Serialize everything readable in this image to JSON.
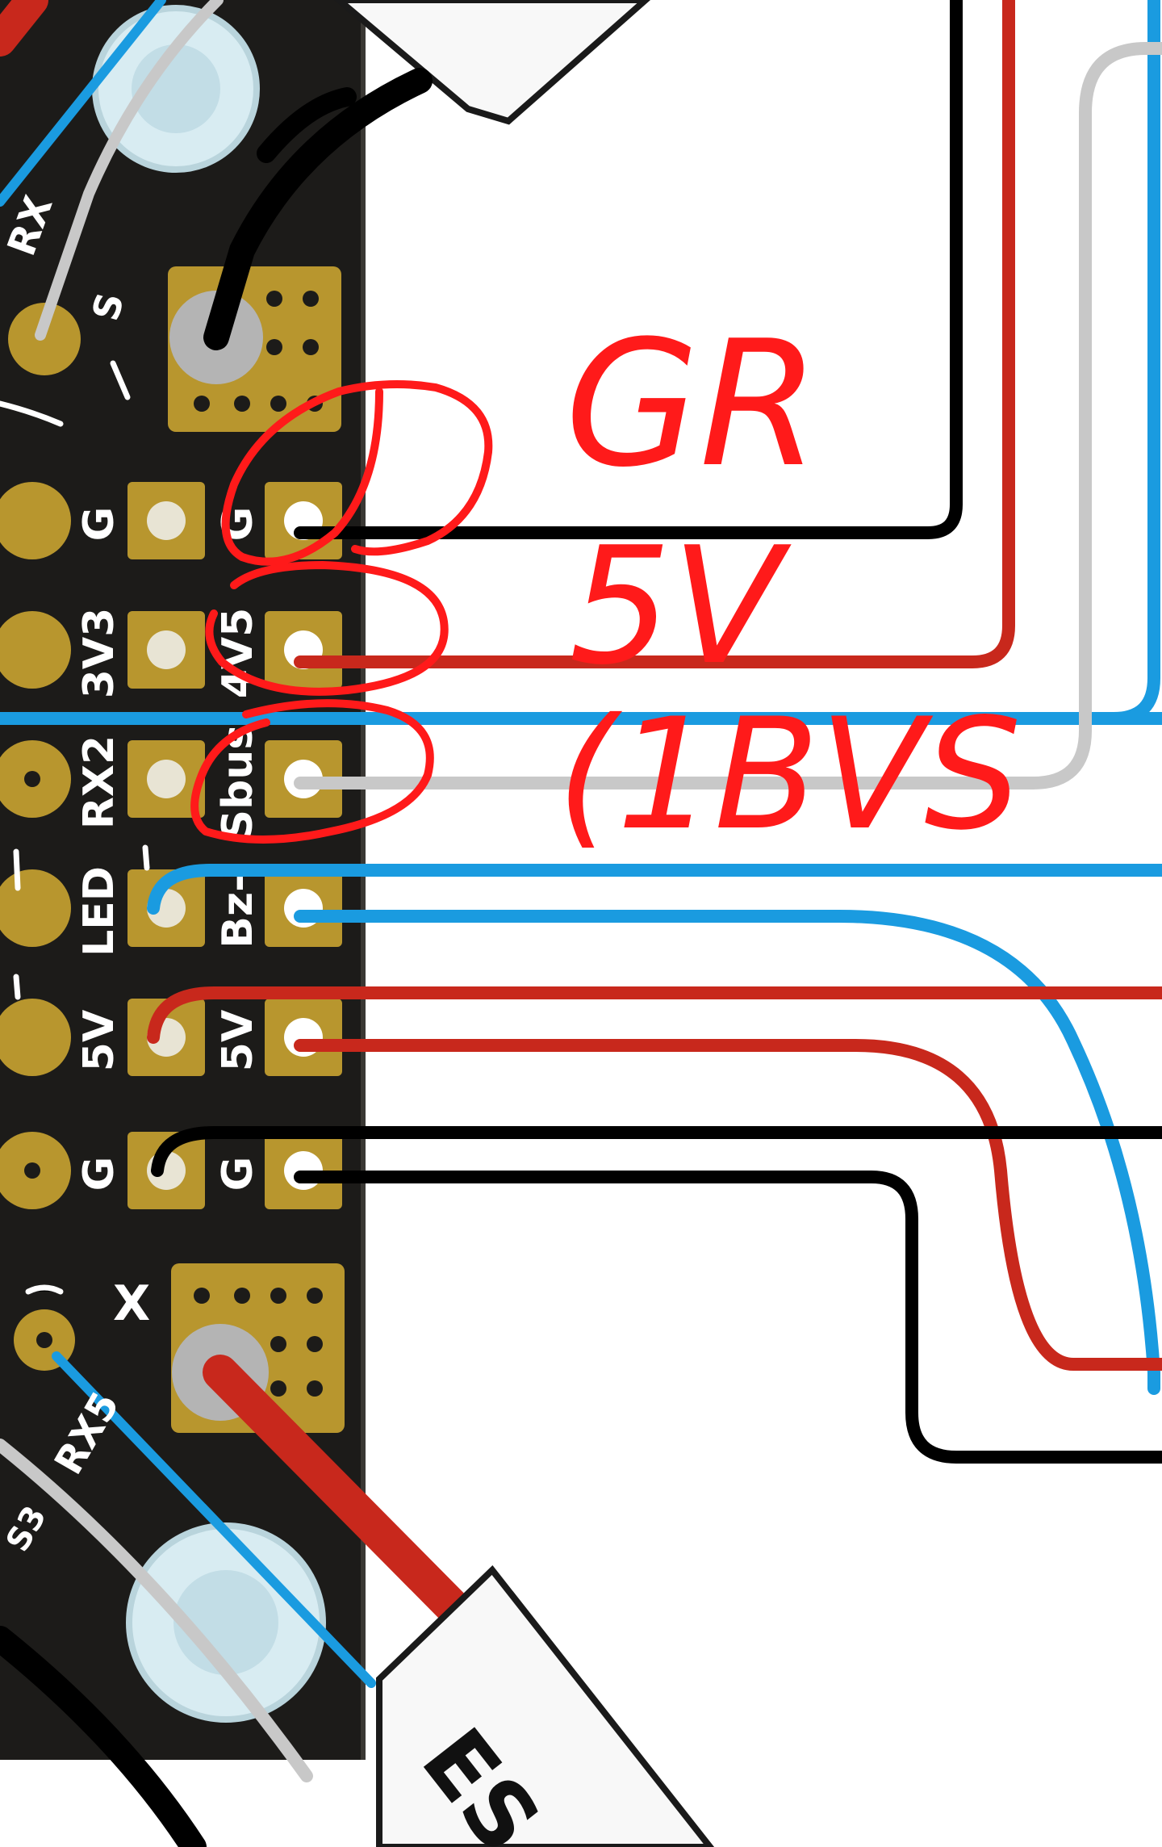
{
  "colors": {
    "board": "#1c1b19",
    "pad_gold": "#b8962e",
    "pad_hole": "#e8e4d4",
    "wire_black": "#000000",
    "wire_red": "#c8281c",
    "wire_blue": "#1a9be0",
    "wire_grey": "#c8c8c8",
    "annotation_red": "#ff1a1a",
    "standoff": "#d8ecf2",
    "esc_body": "#f8f8f8"
  },
  "pad_labels": {
    "col1": [
      "G",
      "3V3",
      "RX2",
      "LED",
      "5V",
      "G"
    ],
    "col2": [
      "G",
      "4V5",
      "Sbus",
      "Bz-",
      "5V",
      "G"
    ],
    "corner_top": [
      "RX",
      "S"
    ],
    "corner_bottom": [
      "RX5",
      "S3",
      "X"
    ]
  },
  "annotations": {
    "line1": "GR",
    "line2": "5V",
    "line3": "(1BVS"
  },
  "esc_label": "ES"
}
